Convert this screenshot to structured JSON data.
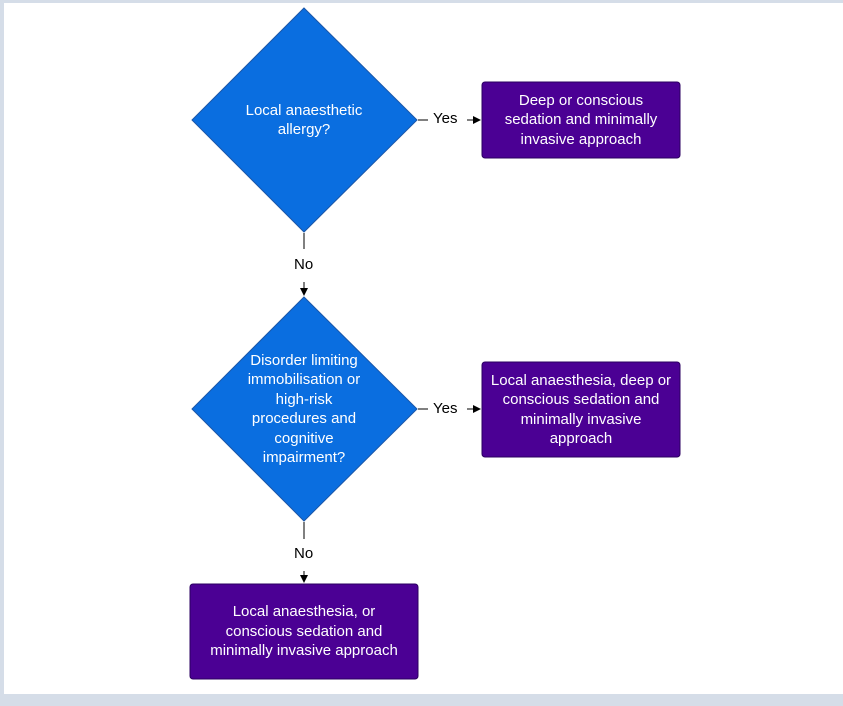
{
  "colors": {
    "decision_fill": "#0a6ee0",
    "decision_stroke": "#1a56a8",
    "outcome_fill": "#4b0094",
    "outcome_stroke": "#2b0060",
    "connector": "#000000"
  },
  "decisions": [
    {
      "text": "Local anaesthetic allergy?"
    },
    {
      "text": "Disorder limiting immobilisation or high-risk procedures and cognitive impairment?"
    }
  ],
  "outcomes": [
    {
      "text": "Deep or conscious sedation and minimally invasive approach"
    },
    {
      "text": "Local anaesthesia, deep or conscious sedation and minimally invasive approach"
    },
    {
      "text": "Local anaesthesia, or conscious sedation and minimally invasive approach"
    }
  ],
  "edge_labels": {
    "yes_1": "Yes",
    "no_1": "No",
    "yes_2": "Yes",
    "no_2": "No"
  }
}
